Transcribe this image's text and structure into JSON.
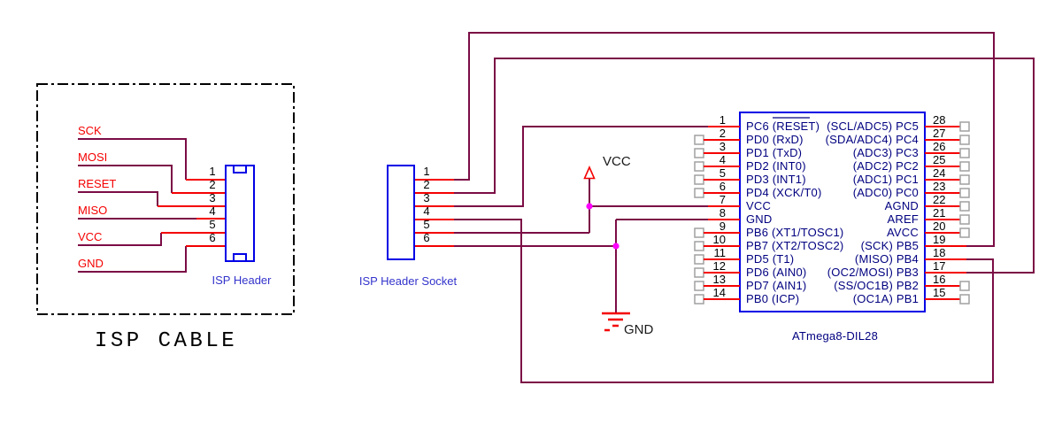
{
  "cable": {
    "title": "ISP CABLE",
    "signals": [
      "SCK",
      "MOSI",
      "RESET",
      "MISO",
      "VCC",
      "GND"
    ],
    "header": {
      "label": "ISP Header",
      "pin_numbers": [
        "1",
        "2",
        "3",
        "4",
        "5",
        "6"
      ]
    }
  },
  "socket": {
    "label": "ISP Header Socket",
    "pin_numbers": [
      "1",
      "2",
      "3",
      "4",
      "5",
      "6"
    ]
  },
  "power": {
    "vcc": "VCC",
    "gnd": "GND"
  },
  "chip": {
    "name": "ATmega8-DIL28",
    "left_pins": [
      {
        "num": "1",
        "label": "PC6 (RESET)",
        "connected": true
      },
      {
        "num": "2",
        "label": "PD0 (RxD)",
        "connected": false
      },
      {
        "num": "3",
        "label": "PD1 (TxD)",
        "connected": false
      },
      {
        "num": "4",
        "label": "PD2 (INT0)",
        "connected": false
      },
      {
        "num": "5",
        "label": "PD3 (INT1)",
        "connected": false
      },
      {
        "num": "6",
        "label": "PD4 (XCK/T0)",
        "connected": false
      },
      {
        "num": "7",
        "label": "VCC",
        "connected": true
      },
      {
        "num": "8",
        "label": "GND",
        "connected": true
      },
      {
        "num": "9",
        "label": "PB6 (XT1/TOSC1)",
        "connected": false
      },
      {
        "num": "10",
        "label": "PB7 (XT2/TOSC2)",
        "connected": false
      },
      {
        "num": "11",
        "label": "PD5 (T1)",
        "connected": false
      },
      {
        "num": "12",
        "label": "PD6 (AIN0)",
        "connected": false
      },
      {
        "num": "13",
        "label": "PD7 (AIN1)",
        "connected": false
      },
      {
        "num": "14",
        "label": "PB0 (ICP)",
        "connected": false
      }
    ],
    "right_pins": [
      {
        "num": "28",
        "label": "(SCL/ADC5) PC5",
        "connected": false
      },
      {
        "num": "27",
        "label": "(SDA/ADC4) PC4",
        "connected": false
      },
      {
        "num": "26",
        "label": "(ADC3) PC3",
        "connected": false
      },
      {
        "num": "25",
        "label": "(ADC2) PC2",
        "connected": false
      },
      {
        "num": "24",
        "label": "(ADC1) PC1",
        "connected": false
      },
      {
        "num": "23",
        "label": "(ADC0) PC0",
        "connected": false
      },
      {
        "num": "22",
        "label": "AGND",
        "connected": false
      },
      {
        "num": "21",
        "label": "AREF",
        "connected": false
      },
      {
        "num": "20",
        "label": "AVCC",
        "connected": false
      },
      {
        "num": "19",
        "label": "(SCK) PB5",
        "connected": true
      },
      {
        "num": "18",
        "label": "(MISO) PB4",
        "connected": true
      },
      {
        "num": "17",
        "label": "(OC2/MOSI) PB3",
        "connected": true
      },
      {
        "num": "16",
        "label": "(SS/OC1B) PB2",
        "connected": false
      },
      {
        "num": "15",
        "label": "(OC1A) PB1",
        "connected": false
      }
    ]
  },
  "colors": {
    "wire": "#7B0C45",
    "pin_stub": "#F40000",
    "component_outline": "#0000E6",
    "chip_text": "#000080",
    "blue_label": "#3333CC",
    "signal_text": "#F40000",
    "junction": "#FF00FF",
    "pin_square": "#A0A0A0",
    "background": "#FFFFFF"
  }
}
